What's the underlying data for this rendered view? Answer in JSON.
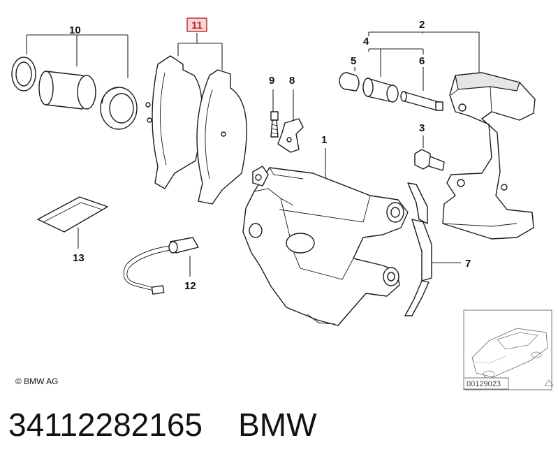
{
  "callouts": {
    "c1": "1",
    "c2": "2",
    "c3": "3",
    "c4": "4",
    "c5": "5",
    "c6": "6",
    "c7": "7",
    "c8": "8",
    "c9": "9",
    "c10": "10",
    "c11": "11",
    "c12": "12",
    "c13": "13"
  },
  "highlighted_callout": "11",
  "copyright": "© BMW AG",
  "thumbnail_code": "00129023",
  "footer": {
    "part_number": "34112282165",
    "brand": "BMW"
  },
  "colors": {
    "highlight": "#c0272d",
    "highlight_fill": "#f3d6d7",
    "line": "#1a1a1a"
  }
}
